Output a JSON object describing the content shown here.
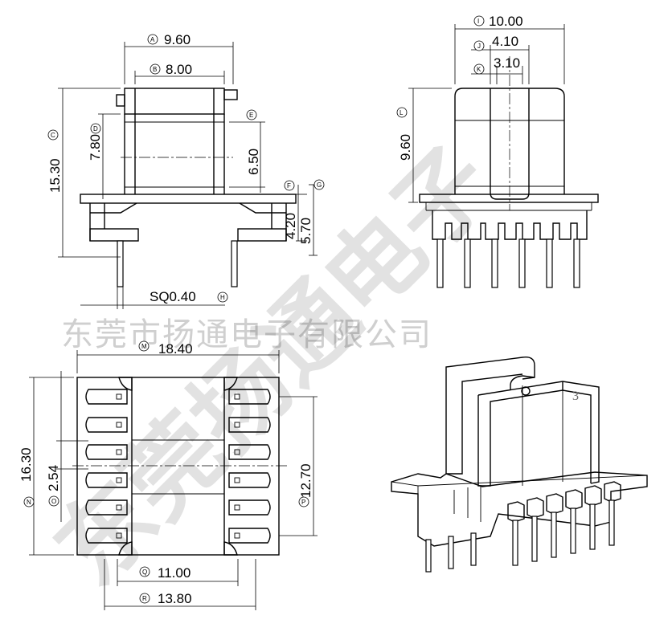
{
  "company_watermark": "东莞市扬通电子有限公司",
  "big_watermark": "东莞扬通电子",
  "part_label": "3",
  "dimensions": {
    "A": "9.60",
    "B": "8.00",
    "C": "15.30",
    "D": "7.80",
    "E": "6.50",
    "F": "4.20",
    "G": "5.70",
    "H": "SQ0.40",
    "I": "10.00",
    "J": "4.10",
    "K": "3.10",
    "L": "9.60",
    "M": "18.40",
    "N": "16.30",
    "O": "2.54",
    "P": "12.70",
    "Q": "11.00",
    "R": "13.80"
  }
}
